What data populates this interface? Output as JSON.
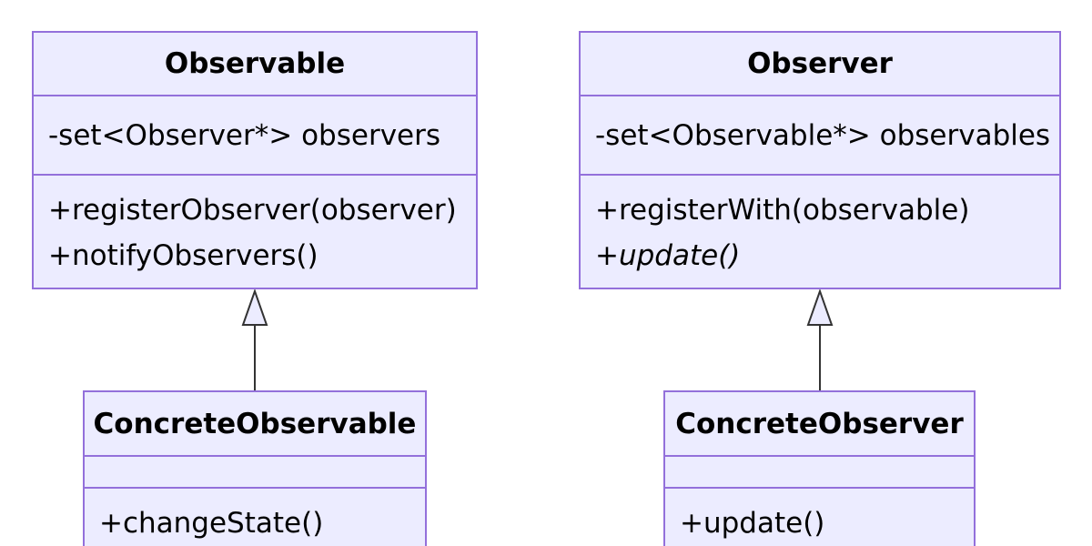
{
  "diagram": {
    "classes": {
      "observable": {
        "name": "Observable",
        "attributes": [
          "-set<Observer*> observers"
        ],
        "methods": [
          "+registerObserver(observer)",
          "+notifyObservers()"
        ]
      },
      "observer": {
        "name": "Observer",
        "attributes": [
          "-set<Observable*> observables"
        ],
        "methods": [
          "+registerWith(observable)",
          "+update()"
        ]
      },
      "concrete_observable": {
        "name": "ConcreteObservable",
        "attributes": [],
        "methods": [
          "+changeState()"
        ]
      },
      "concrete_observer": {
        "name": "ConcreteObserver",
        "attributes": [],
        "methods": [
          "+update()"
        ]
      }
    },
    "relationships": [
      {
        "type": "inheritance",
        "from": "ConcreteObservable",
        "to": "Observable"
      },
      {
        "type": "inheritance",
        "from": "ConcreteObserver",
        "to": "Observer"
      }
    ],
    "colors": {
      "class_fill": "#ececff",
      "class_border": "#9370db",
      "edge": "#333333",
      "arrow_fill": "#ececff"
    }
  }
}
